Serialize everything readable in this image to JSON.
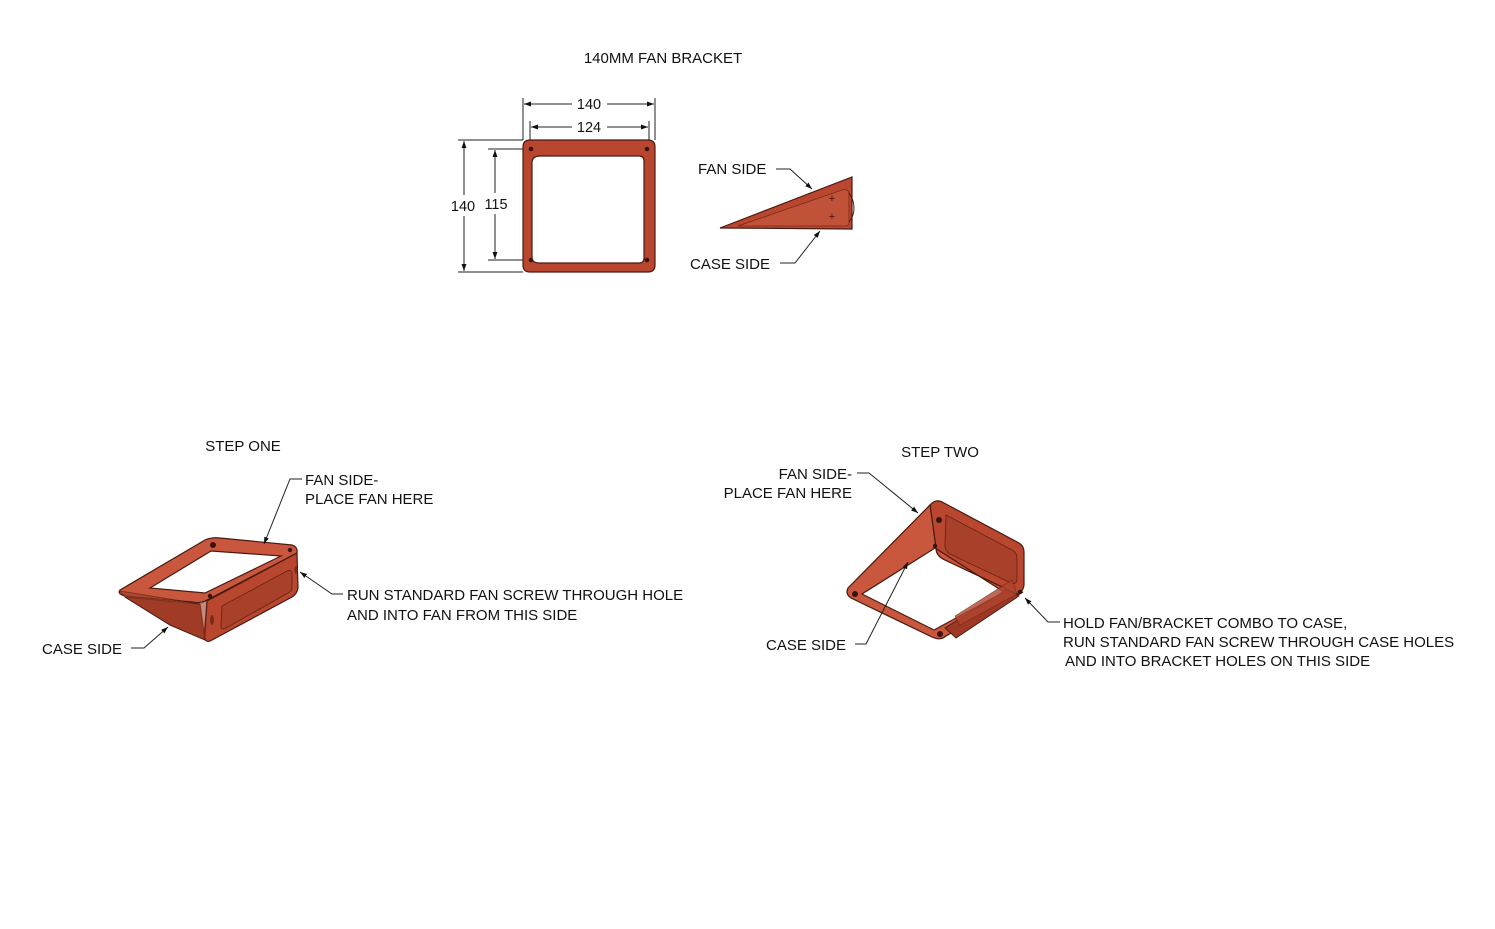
{
  "title": "140MM FAN BRACKET",
  "colors": {
    "part_fill": "#b9472f",
    "part_dark": "#8f3220",
    "part_light": "#cd6147",
    "outline": "#4a1a10",
    "ink": "#111111"
  },
  "front_view": {
    "dim_outer_width": "140",
    "dim_inner_width": "124",
    "dim_outer_height": "140",
    "dim_inner_height": "115"
  },
  "side_view": {
    "fan_side": "FAN SIDE",
    "case_side": "CASE SIDE"
  },
  "step_one": {
    "heading": "STEP ONE",
    "fan_side_line1": "FAN SIDE-",
    "fan_side_line2": "PLACE FAN HERE",
    "screw_line1": "RUN STANDARD FAN SCREW THROUGH HOLE",
    "screw_line2": "AND INTO FAN FROM THIS SIDE",
    "case_side": "CASE SIDE"
  },
  "step_two": {
    "heading": "STEP TWO",
    "fan_side_line1": "FAN SIDE-",
    "fan_side_line2": "PLACE FAN HERE",
    "hold_line1": "HOLD FAN/BRACKET COMBO TO CASE,",
    "hold_line2": "RUN STANDARD FAN SCREW THROUGH CASE HOLES",
    "hold_line3": "AND INTO BRACKET HOLES ON THIS SIDE",
    "case_side": "CASE SIDE"
  }
}
